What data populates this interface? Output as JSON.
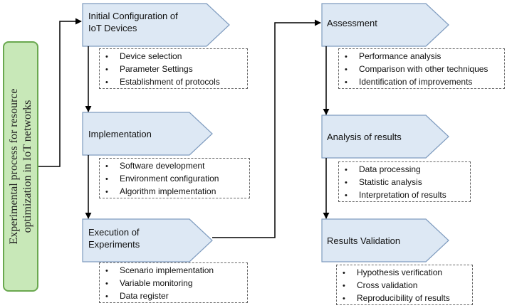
{
  "side_title": {
    "text": "Experimental process for resource\noptimization in IoT networks"
  },
  "steps": [
    {
      "label": "Initial Configuration of\nIoT Devices",
      "items": [
        "Device selection",
        "Parameter Settings",
        "Establishment of protocols"
      ]
    },
    {
      "label": "Implementation",
      "items": [
        "Software development",
        "Environment configuration",
        "Algorithm implementation"
      ]
    },
    {
      "label": "Execution of\nExperiments",
      "items": [
        "Scenario implementation",
        "Variable monitoring",
        "Data register"
      ]
    },
    {
      "label": "Assessment",
      "items": [
        "Performance analysis",
        "Comparison with other techniques",
        "Identification of improvements"
      ]
    },
    {
      "label": "Analysis of results",
      "items": [
        "Data processing",
        "Statistic analysis",
        "Interpretation of results"
      ]
    },
    {
      "label": "Results Validation",
      "items": [
        "Hypothesis verification",
        "Cross validation",
        "Reproducibility of results"
      ]
    }
  ],
  "colors": {
    "arrow_fill": "#dde8f4",
    "arrow_border": "#7f9cbf",
    "side_fill": "#c8e8b8",
    "side_border": "#6aa84f",
    "connector": "#000000"
  }
}
